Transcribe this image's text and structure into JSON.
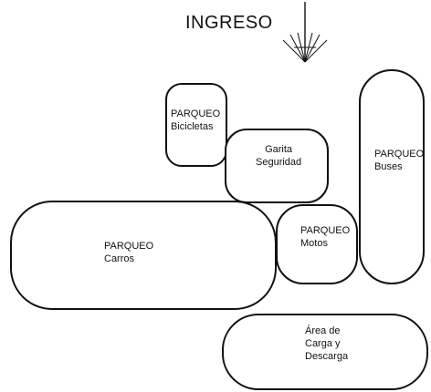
{
  "ingreso": {
    "title": "INGRESO",
    "icon": "entrance-arrow-icon"
  },
  "zones": {
    "bicicletas": {
      "line1": "PARQUEO",
      "line2": "Bicicletas"
    },
    "garita": {
      "line1": "Garita",
      "line2": "Seguridad"
    },
    "buses": {
      "line1": "PARQUEO",
      "line2": "Buses"
    },
    "carros": {
      "line1": "PARQUEO",
      "line2": "Carros"
    },
    "motos": {
      "line1": "PARQUEO",
      "line2": "Motos"
    },
    "carga": {
      "line1": "Área de",
      "line2": "Carga y",
      "line3": "Descarga"
    }
  }
}
